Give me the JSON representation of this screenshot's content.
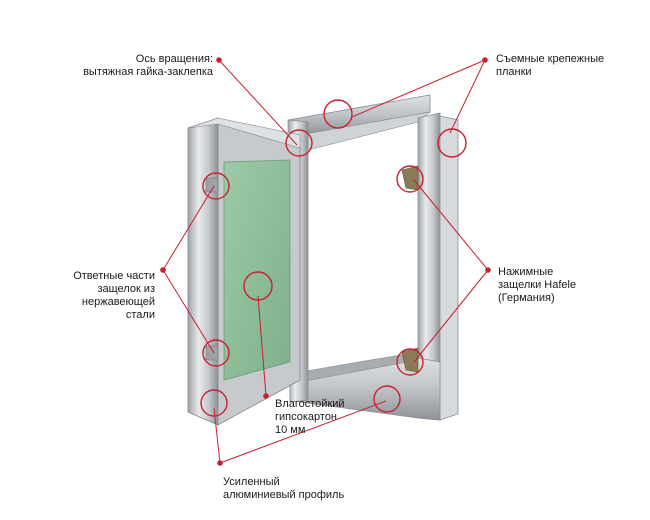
{
  "colors": {
    "accent": "#c8202f",
    "frame_light": "#e4e6e8",
    "frame_mid": "#b9bdc1",
    "frame_dark": "#8c9196",
    "panel_green": "#8fbf9a",
    "latch_bronze": "#8a7a55"
  },
  "labels": {
    "pivot_axis": {
      "line1": "Ось вращения:",
      "line2": "вытяжная гайка-заклепка"
    },
    "removable_strips": {
      "line1": "Съемные крепежные",
      "line2": "планки"
    },
    "latch_counterparts": {
      "line1": "Ответные части",
      "line2": "защелок из",
      "line3": "нержавеющей",
      "line4": "стали"
    },
    "push_latches": {
      "line1": "Нажимные",
      "line2": "защелки Hafele",
      "line3": "(Германия)"
    },
    "drywall": {
      "line1": "Влагостойкий",
      "line2": "гипсокартон",
      "line3": "10 мм"
    },
    "profile": {
      "line1": "Усиленный",
      "line2": "алюминиевый профиль"
    }
  }
}
